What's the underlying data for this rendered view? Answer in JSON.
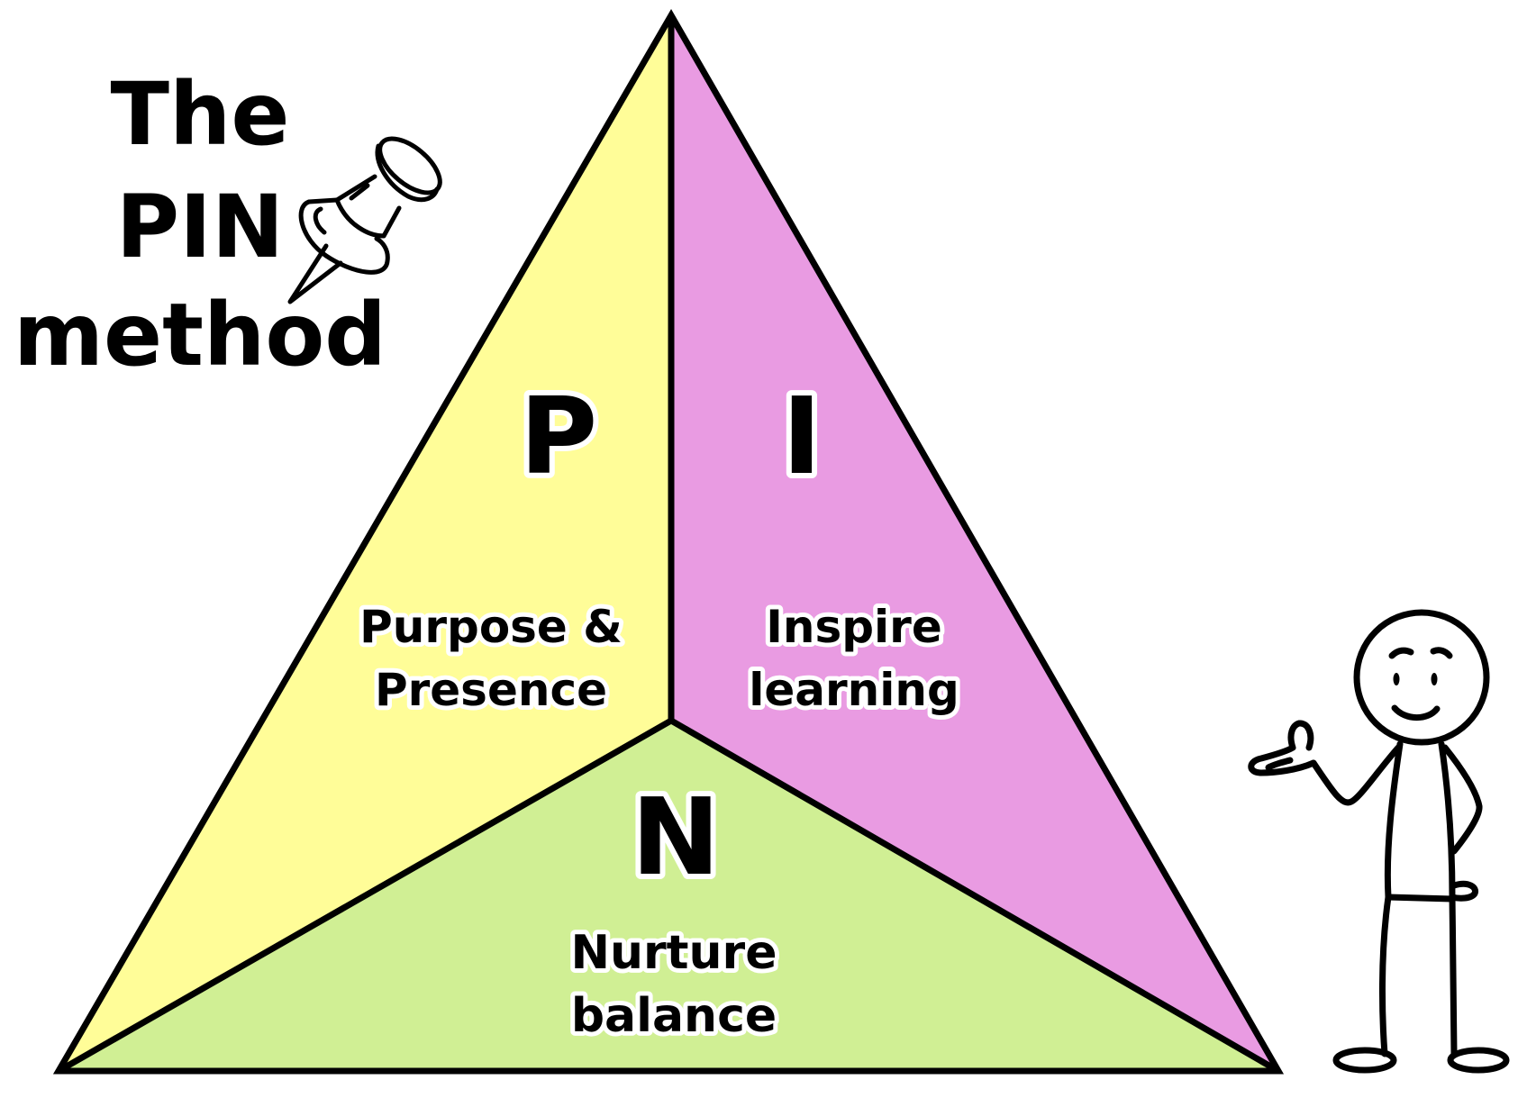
{
  "title": {
    "line1": "The",
    "line2": "PIN",
    "line3": "method",
    "icon": "pushpin-icon"
  },
  "colors": {
    "purpose": "#FFFD98",
    "inspire": "#E99BE2",
    "nurture": "#D0EF94",
    "outline": "#000000",
    "background": "#FFFFFF"
  },
  "sections": [
    {
      "key": "P",
      "letter": "P",
      "label_line1": "Purpose &",
      "label_line2": "Presence",
      "color": "#FFFD98"
    },
    {
      "key": "I",
      "letter": "I",
      "label_line1": "Inspire",
      "label_line2": "learning",
      "color": "#E99BE2"
    },
    {
      "key": "N",
      "letter": "N",
      "label_line1": "Nurture",
      "label_line2": "balance",
      "color": "#D0EF94"
    }
  ],
  "illustration": {
    "figure": "stick-figure-presenting"
  }
}
